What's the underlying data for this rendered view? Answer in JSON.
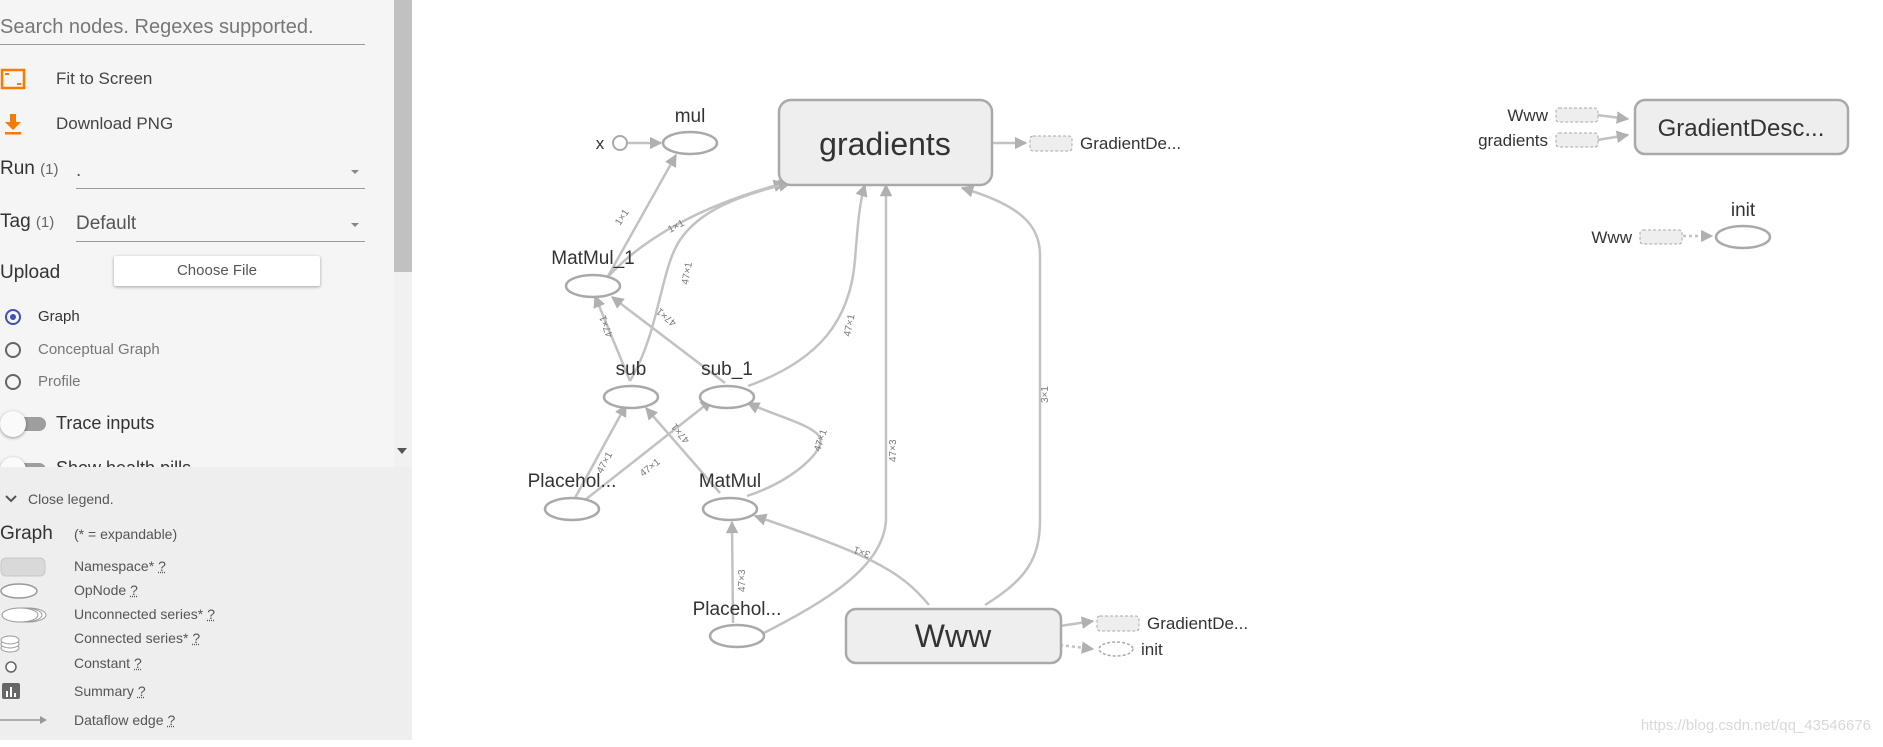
{
  "search": {
    "placeholder": "Search nodes. Regexes supported."
  },
  "actions": {
    "fit": "Fit to Screen",
    "download": "Download PNG"
  },
  "run": {
    "label": "Run",
    "count": "(1)",
    "value": "."
  },
  "tag": {
    "label": "Tag",
    "count": "(1)",
    "value": "Default"
  },
  "upload": {
    "label": "Upload",
    "button": "Choose File"
  },
  "graph_types": [
    {
      "label": "Graph",
      "selected": true
    },
    {
      "label": "Conceptual Graph",
      "selected": false
    },
    {
      "label": "Profile",
      "selected": false
    }
  ],
  "toggles": {
    "trace": "Trace inputs",
    "health": "Show health pills"
  },
  "legend": {
    "close": "Close legend.",
    "title": "Graph",
    "expandable_note": "(* = expandable)",
    "items": [
      {
        "label": "Namespace*",
        "help": "?"
      },
      {
        "label": "OpNode",
        "help": "?"
      },
      {
        "label": "Unconnected series*",
        "help": "?"
      },
      {
        "label": "Connected series*",
        "help": "?"
      },
      {
        "label": "Constant",
        "help": "?"
      },
      {
        "label": "Summary",
        "help": "?"
      },
      {
        "label": "Dataflow edge",
        "help": "?"
      }
    ]
  },
  "graph": {
    "nodes": {
      "gradients": "gradients",
      "www": "Www",
      "mul": "mul",
      "x": "x",
      "matmul_1": "MatMul_1",
      "sub": "sub",
      "sub_1": "sub_1",
      "placeholder_a": "Placehol...",
      "matmul": "MatMul",
      "placeholder_b": "Placehol...",
      "gd_ref_top": "GradientDe...",
      "gd_ref_www": "GradientDe...",
      "init_ref": "init",
      "gradient_desc": "GradientDesc...",
      "gd_in_www": "Www",
      "gd_in_gradients": "gradients",
      "init": "init",
      "init_in_www": "Www"
    },
    "edge_labels": {
      "x_mul": "1×1",
      "mm1_grad": "1×1",
      "sub_grad": "47×1",
      "sub_mm1": "47×1",
      "sub1_mm1": "47×1",
      "sub1_grad": "47×1",
      "www_grad": "3×1",
      "ph_grad": "47×3",
      "pa_sub": "47×1",
      "pa_sub1": "47×1",
      "mm_sub": "47×1",
      "mm_sub1": "47×1",
      "pb_mm": "47×3",
      "www_mm": "3×1"
    }
  },
  "watermark": "https://blog.csdn.net/qq_43546676",
  "colors": {
    "accent": "#3f51b5",
    "icon_orange": "#f57c00",
    "edge": "#bdbdbd",
    "node_stroke": "#a9a9a9",
    "node_fill": "#eeeeee"
  }
}
